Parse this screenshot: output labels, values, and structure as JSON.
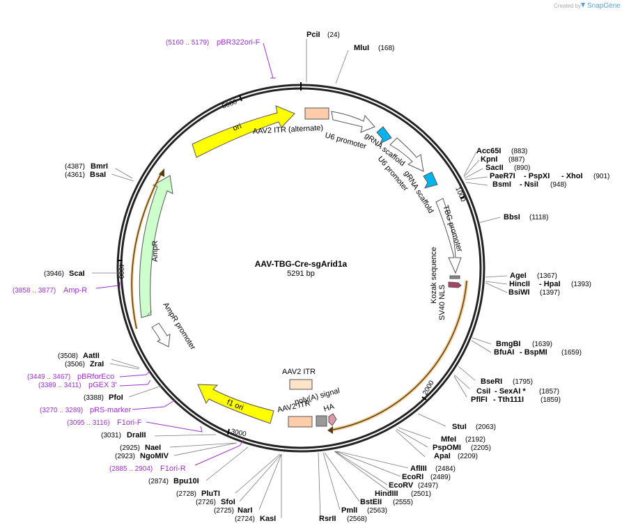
{
  "credit": {
    "created_by": "Created by",
    "brand": "SnapGene"
  },
  "plasmid": {
    "name": "AAV-TBG-Cre-sgArid1a",
    "size": "5291 bp"
  },
  "ticks": [
    "1000",
    "2000",
    "3000",
    "4000",
    "5000"
  ],
  "enzymes": {
    "PciI": {
      "name": "PciI",
      "pos": "(24)"
    },
    "MluI": {
      "name": "MluI",
      "pos": "(168)"
    },
    "Acc65I": {
      "name": "Acc65I",
      "pos": "(883)"
    },
    "KpnI": {
      "name": "KpnI",
      "pos": "(887)"
    },
    "SacII": {
      "name": "SacII",
      "pos": "(890)"
    },
    "PaeR7I": {
      "name": "PaeR7I",
      "name2": "- PspXI",
      "name3": "- XhoI",
      "pos": "(901)"
    },
    "BsmI": {
      "name": "BsmI",
      "name2": "- NsiI",
      "pos": "(948)"
    },
    "BbsI": {
      "name": "BbsI",
      "pos": "(1118)"
    },
    "AgeI": {
      "name": "AgeI",
      "pos": "(1367)"
    },
    "HincII": {
      "name": "HincII",
      "name2": "- HpaI",
      "pos": "(1393)"
    },
    "BsiWI": {
      "name": "BsiWI",
      "pos": "(1397)"
    },
    "BmgBI": {
      "name": "BmgBI",
      "pos": "(1639)"
    },
    "BfuAI": {
      "name": "BfuAI",
      "name2": "- BspMI",
      "pos": "(1659)"
    },
    "BseRI": {
      "name": "BseRI",
      "pos": "(1795)"
    },
    "CsiI": {
      "name": "CsiI",
      "name2": "- SexAI *",
      "pos": "(1857)"
    },
    "PflFI": {
      "name": "PflFI",
      "name2": "- Tth111I",
      "pos": "(1859)"
    },
    "StuI": {
      "name": "StuI",
      "pos": "(2063)"
    },
    "MfeI": {
      "name": "MfeI",
      "pos": "(2192)"
    },
    "PspOMI": {
      "name": "PspOMI",
      "pos": "(2205)"
    },
    "ApaI": {
      "name": "ApaI",
      "pos": "(2209)"
    },
    "AflIII": {
      "name": "AflIII",
      "pos": "(2484)"
    },
    "EcoRI": {
      "name": "EcoRI",
      "pos": "(2489)"
    },
    "EcoRV": {
      "name": "EcoRV",
      "pos": "(2497)"
    },
    "HindIII": {
      "name": "HindIII",
      "pos": "(2501)"
    },
    "BstEII": {
      "name": "BstEII",
      "pos": "(2555)"
    },
    "PmlI": {
      "name": "PmlI",
      "pos": "(2563)"
    },
    "RsrII": {
      "name": "RsrII",
      "pos": "(2568)"
    },
    "KasI": {
      "name": "KasI",
      "pos": "(2724)"
    },
    "NarI": {
      "name": "NarI",
      "pos": "(2725)"
    },
    "SfoI": {
      "name": "SfoI",
      "pos": "(2726)"
    },
    "PluTI": {
      "name": "PluTI",
      "pos": "(2728)"
    },
    "Bpu10I": {
      "name": "Bpu10I",
      "pos": "(2874)"
    },
    "NgoMIV": {
      "name": "NgoMIV",
      "pos": "(2923)"
    },
    "NaeI": {
      "name": "NaeI",
      "pos": "(2925)"
    },
    "DraIII": {
      "name": "DraIII",
      "pos": "(3031)"
    },
    "PfoI": {
      "name": "PfoI",
      "pos": "(3388)"
    },
    "ZraI": {
      "name": "ZraI",
      "pos": "(3506)"
    },
    "AatII": {
      "name": "AatII",
      "pos": "(3508)"
    },
    "ScaI": {
      "name": "ScaI",
      "pos": "(3946)"
    },
    "BsaI": {
      "name": "BsaI",
      "pos": "(4361)"
    },
    "BmrI": {
      "name": "BmrI",
      "pos": "(4387)"
    }
  },
  "primers": {
    "pBR322ori": {
      "name": "pBR322ori-F",
      "range": "(5160 .. 5179)"
    },
    "AmpR": {
      "name": "Amp-R",
      "range": "(3858 .. 3877)"
    },
    "pBRforEco": {
      "name": "pBRforEco",
      "range": "(3449 .. 3467)"
    },
    "pGEX3": {
      "name": "pGEX 3'",
      "range": "(3389 .. 3411)"
    },
    "pRS": {
      "name": "pRS-marker",
      "range": "(3270 .. 3289)"
    },
    "F1oriF": {
      "name": "F1ori-F",
      "range": "(3095 .. 3116)"
    },
    "F1oriR": {
      "name": "F1ori-R",
      "range": "(2885 .. 2904)"
    }
  },
  "features": {
    "ori": "ori",
    "itr_alt": "AAV2 ITR (alternate)",
    "u6_1": "U6 promoter",
    "grna_1": "gRNA scaffold",
    "u6_2": "U6 promoter",
    "grna_2": "gRNA scaffold",
    "tbg": "TBG promoter",
    "kozak": "Kozak sequence",
    "sv40": "SV40 NLS",
    "ampr": "AmpR",
    "ampr_promoter": "AmpR promoter",
    "f1ori": "f1 ori",
    "itr_top": "AAV2 ITR",
    "itr_bottom": "AAV2 ITR",
    "polya": "poly(A) signal",
    "ha": "HA"
  },
  "colors": {
    "ori": "#ffff00",
    "itr": "#ffccaa",
    "itr_light": "#ffe4c8",
    "grna": "#00b4f0",
    "cre_outline": "#e8a030",
    "ampr": "#ccffcc",
    "primer": "#9b30c9",
    "sv40": "#aa4466",
    "ha": "#dd99aa",
    "polya": "#999999"
  }
}
